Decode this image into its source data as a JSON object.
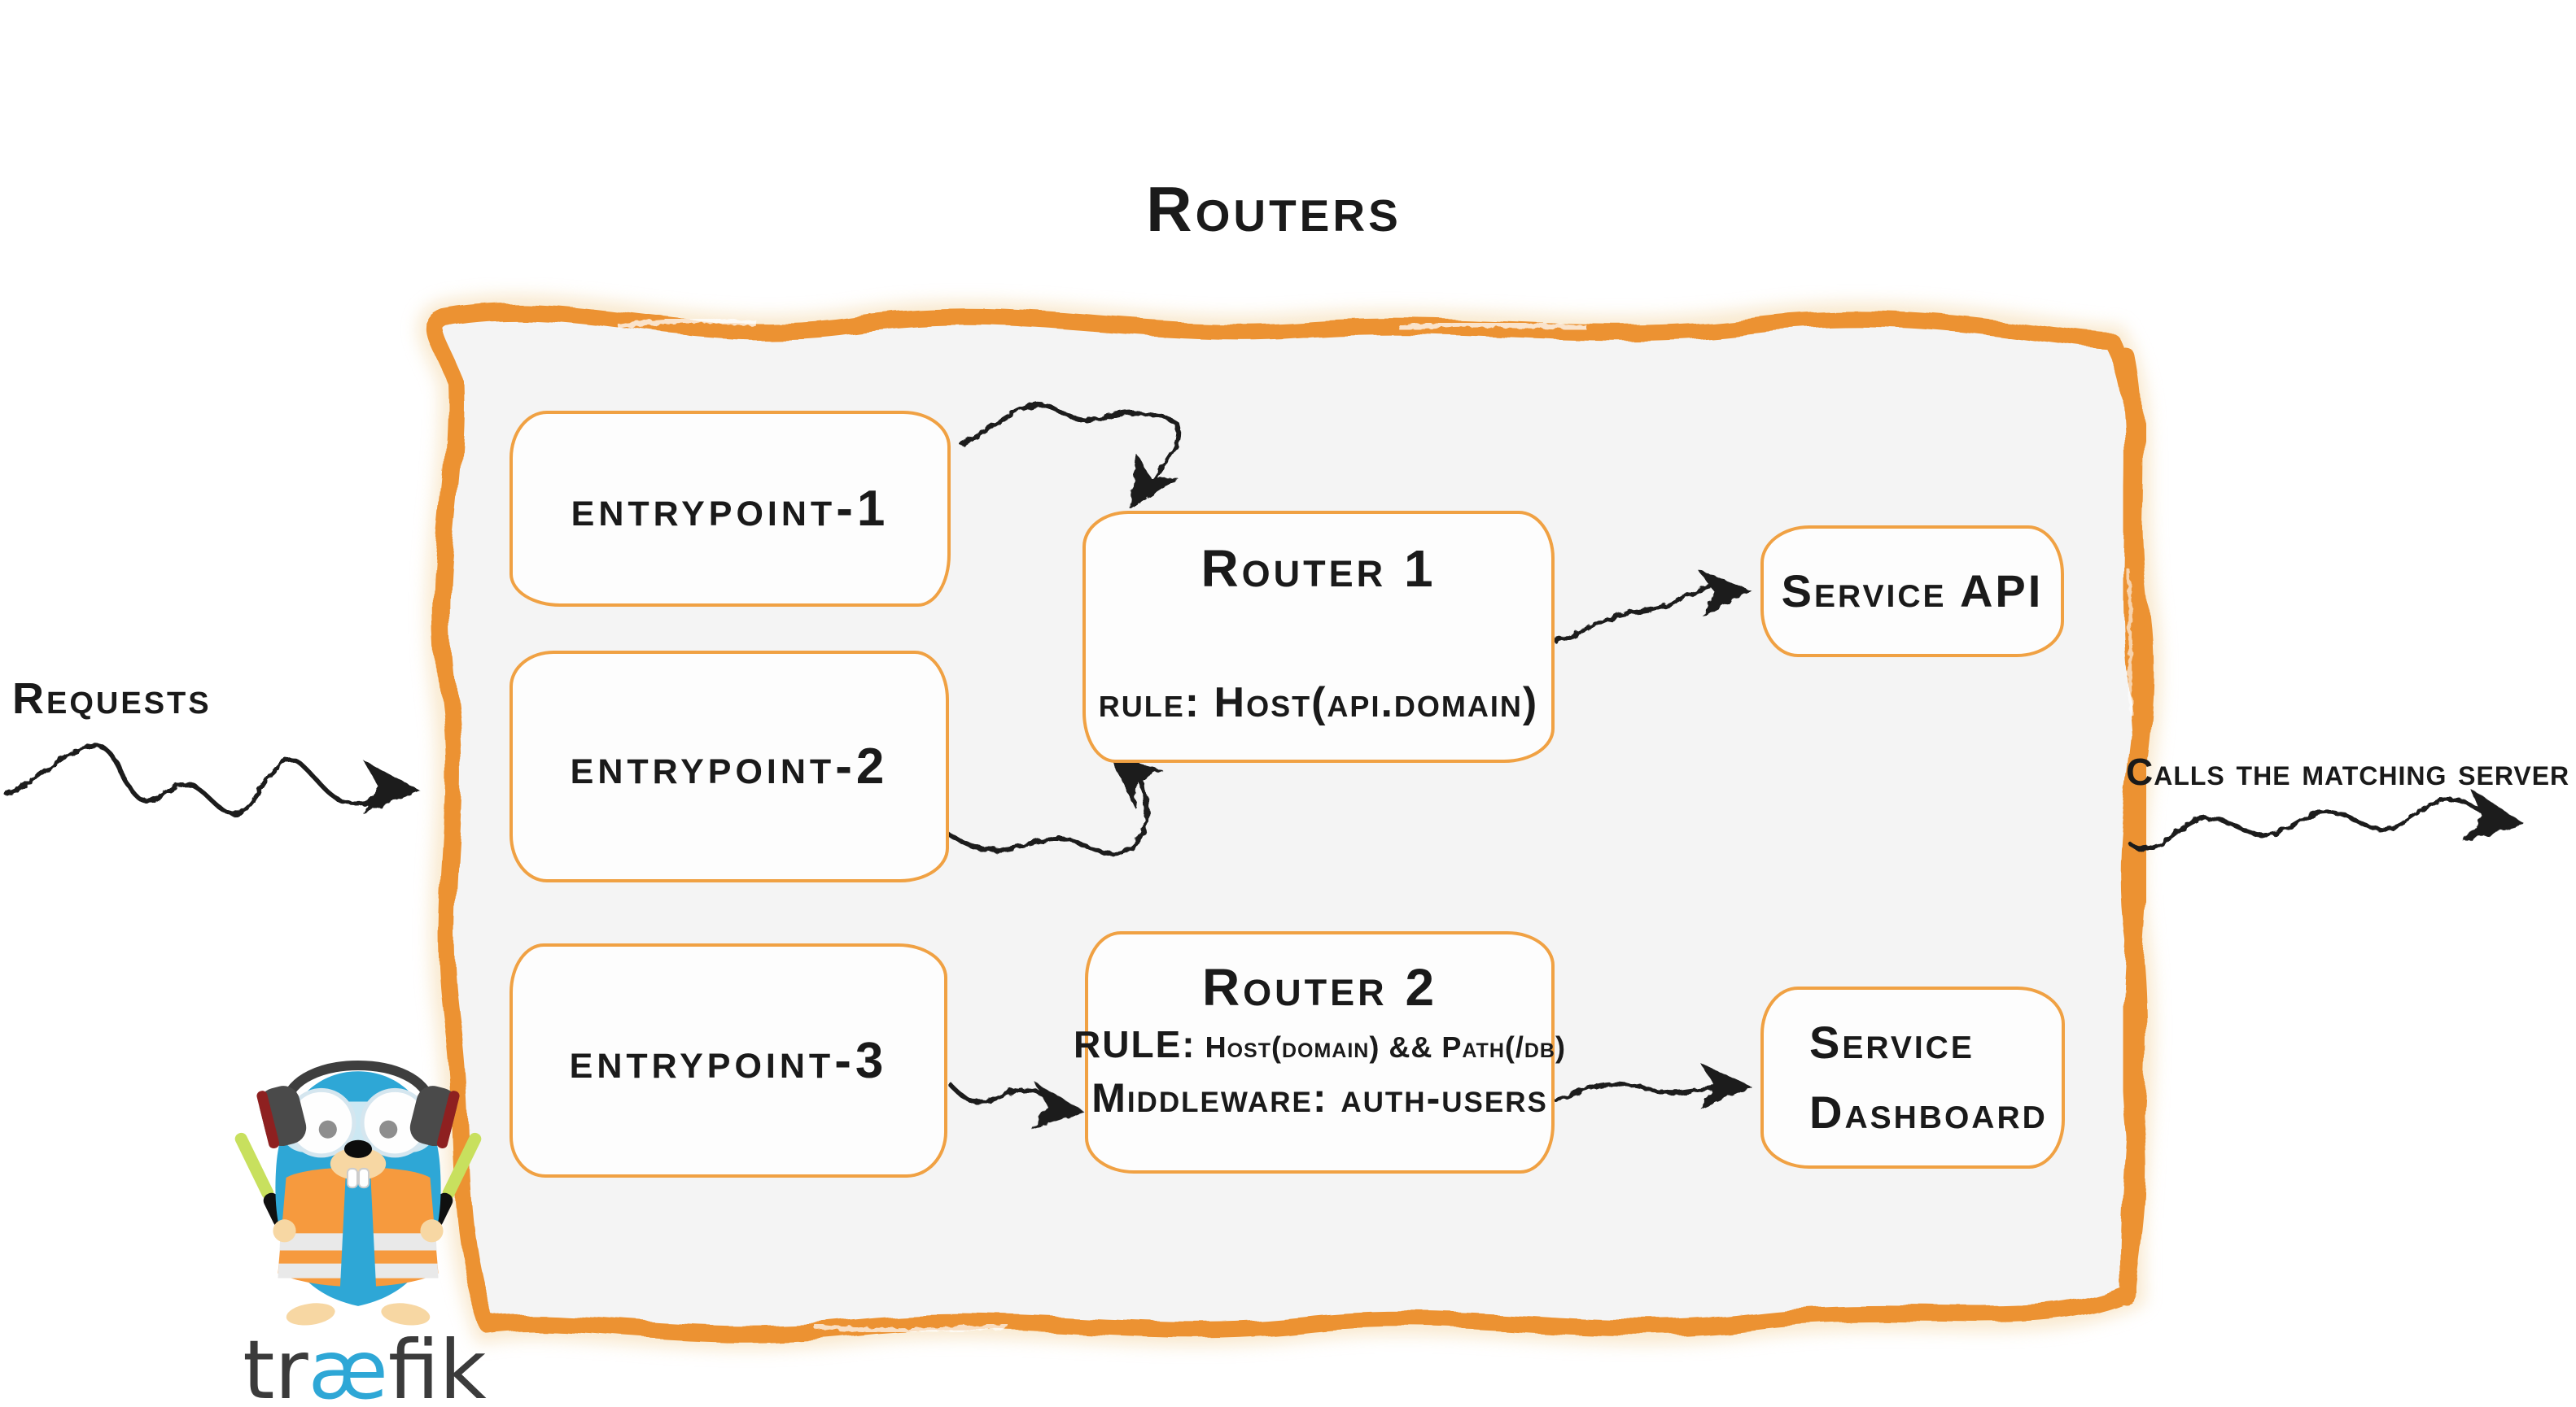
{
  "title": "Routers",
  "labels": {
    "requests": "Requests",
    "calls": "Calls the matching server"
  },
  "entrypoints": [
    {
      "label": "entrypoint-1"
    },
    {
      "label": "entrypoint-2"
    },
    {
      "label": "entrypoint-3"
    }
  ],
  "routers": [
    {
      "name": "Router 1",
      "rule": "rule: Host(api.domain)"
    },
    {
      "name": "Router 2",
      "rule_label": "RULE:",
      "rule_value": "Host(domain) && Path(/db)",
      "middleware": "Middleware: auth-users"
    }
  ],
  "services": [
    {
      "lines": [
        "Service API"
      ]
    },
    {
      "lines": [
        "Service",
        "Dashboard"
      ]
    }
  ],
  "logo": {
    "pre": "tr",
    "ae": "æ",
    "post": "fik"
  },
  "flows": [
    {
      "from": "requests",
      "to": "routers-panel"
    },
    {
      "from": "entrypoint-1",
      "to": "router-1"
    },
    {
      "from": "entrypoint-2",
      "to": "router-1"
    },
    {
      "from": "entrypoint-3",
      "to": "router-2"
    },
    {
      "from": "router-1",
      "to": "service-api"
    },
    {
      "from": "router-2",
      "to": "service-dashboard"
    },
    {
      "from": "routers-panel",
      "to": "calls-the-matching-server"
    }
  ],
  "colors": {
    "brand_orange": "#ec9231",
    "box_border_orange": "#f0a143",
    "panel_fill": "#f4f4f4",
    "ink": "#1a1a1a",
    "traefik_blue": "#2ea7d6"
  }
}
